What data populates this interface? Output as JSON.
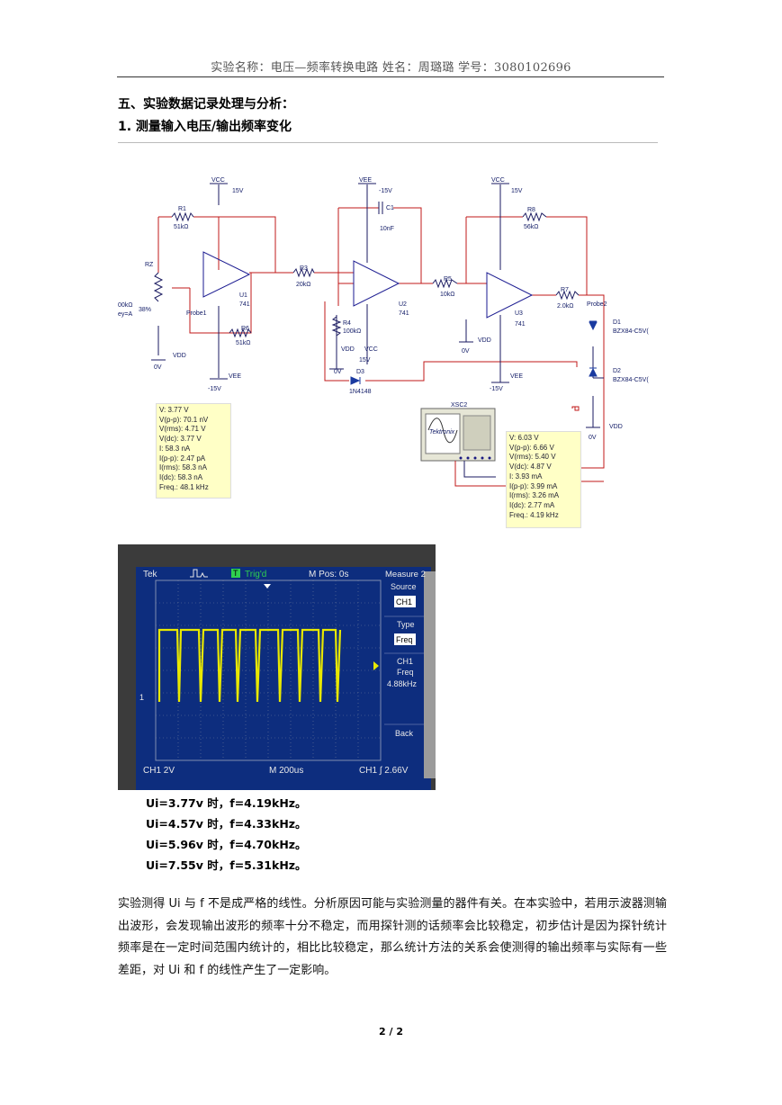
{
  "header": {
    "text": "实验名称：电压—频率转换电路    姓名：周璐璐    学号：3080102696"
  },
  "section": {
    "title": "五、实验数据记录处理与分析：",
    "subtitle": "1. 测量输入电压/输出频率变化"
  },
  "circuit": {
    "labels": {
      "vcc1": "VCC",
      "vcc1_v": "15V",
      "r1": "R1",
      "r1_v": "51kΩ",
      "rz": "RZ",
      "rz_v1": "00kΩ",
      "rz_v2": "ey=A",
      "rz_pct": "38%",
      "probe1": "Probe1",
      "u1": "U1",
      "u1_t": "741",
      "r6": "R6",
      "r6_v": "51kΩ",
      "vdd1": "VDD",
      "vdd1_v": "0V",
      "vee1": "VEE",
      "vee1_v": "-15V",
      "r3": "R3",
      "r3_v": "20kΩ",
      "vee2": "VEE",
      "vee2_v": "-15V",
      "c1": "C1",
      "c1_v": "10nF",
      "u2": "U2",
      "u2_t": "741",
      "r4": "R4",
      "r4_v": "100kΩ",
      "vdd2": "VDD",
      "vcc2": "VCC",
      "vcc2_v": "15V",
      "v0a": "0V",
      "d3": "D3",
      "d3_t": "1N4148",
      "r5": "R5",
      "r5_v": "10kΩ",
      "vcc3": "VCC",
      "vcc3_v": "15V",
      "r8": "R8",
      "r8_v": "56kΩ",
      "u3": "U3",
      "u3_t": "741",
      "vdd3": "VDD",
      "v0b": "0V",
      "vee3": "VEE",
      "vee3_v": "-15V",
      "r7": "R7",
      "r7_v": "2.0kΩ",
      "probe2": "Probe2",
      "d1": "D1",
      "d1_t": "BZX84-C5V(",
      "d2": "D2",
      "d2_t": "BZX84-C5V(",
      "vdd4": "VDD",
      "v0c": "0V",
      "xsc": "XSC2",
      "tek": "Tektronix"
    },
    "probe1": [
      "V: 3.77 V",
      "V(p-p): 70.1 nV",
      "V(rms): 4.71 V",
      "V(dc): 3.77 V",
      "I: 58.3 nA",
      "I(p-p): 2.47 pA",
      "I(rms): 58.3 nA",
      "I(dc): 58.3 nA",
      "Freq.: 48.1 kHz"
    ],
    "probe2": [
      "V: 6.03 V",
      "V(p-p): 6.66 V",
      "V(rms): 5.40 V",
      "V(dc): 4.87 V",
      "I: 3.93 mA",
      "I(p-p): 3.99 mA",
      "I(rms): 3.26 mA",
      "I(dc): 2.77 mA",
      "Freq.: 4.19 kHz"
    ]
  },
  "scope": {
    "brand": "Tek",
    "trig": "Trig'd",
    "trig_t": "T",
    "mpos": "M Pos: 0s",
    "menu_title": "Measure 2",
    "source_label": "Source",
    "source_value": "CH1",
    "type_label": "Type",
    "type_value": "Freq",
    "ch_label": "CH1",
    "meas_label": "Freq",
    "meas_value": "4.88kHz",
    "back": "Back",
    "ch_scale": "CH1  2V",
    "time_scale": "M 200us",
    "trigger_level": "CH1 ∫ 2.66V",
    "ch_marker": "1",
    "colors": {
      "screen": "#0d2d7e",
      "grid": "#6c7a9c",
      "trace": "#e8e800",
      "plot_bg": "#3b3b3b"
    }
  },
  "results": [
    "Ui=3.77v 时，f=4.19kHz。",
    "Ui=4.57v 时，f=4.33kHz。",
    "Ui=5.96v 时，f=4.70kHz。",
    "Ui=7.55v 时，f=5.31kHz。"
  ],
  "analysis": "实验测得 Ui 与 f 不是成严格的线性。分析原因可能与实验测量的器件有关。在本实验中，若用示波器测输出波形，会发现输出波形的频率十分不稳定，而用探针测的话频率会比较稳定，初步估计是因为探针统计频率是在一定时间范围内统计的，相比比较稳定，那么统计方法的关系会使测得的输出频率与实际有一些差距，对 Ui 和 f 的线性产生了一定影响。",
  "page": "2 / 2"
}
